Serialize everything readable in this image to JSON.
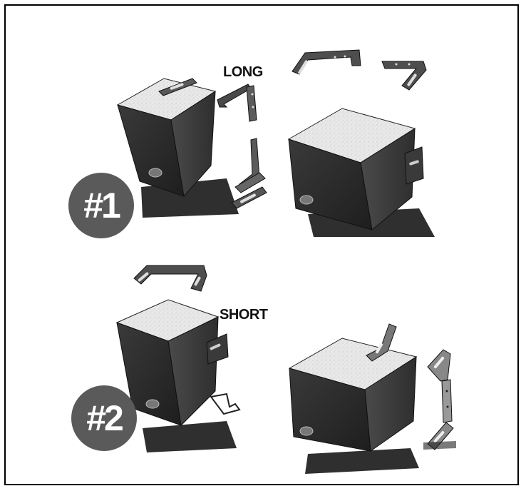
{
  "figure": {
    "labels": {
      "long": "LONG",
      "short": "SHORT"
    },
    "steps": [
      {
        "badge": "#1",
        "bracket": "long"
      },
      {
        "badge": "#2",
        "bracket": "short"
      }
    ],
    "colors": {
      "border": "#000000",
      "badge": "#5a5a5a",
      "speaker_front": "#2b2b2b",
      "speaker_side": "#3c3c3c",
      "speaker_top": "#e6e6e6",
      "bracket": "#4a4a4a"
    }
  }
}
